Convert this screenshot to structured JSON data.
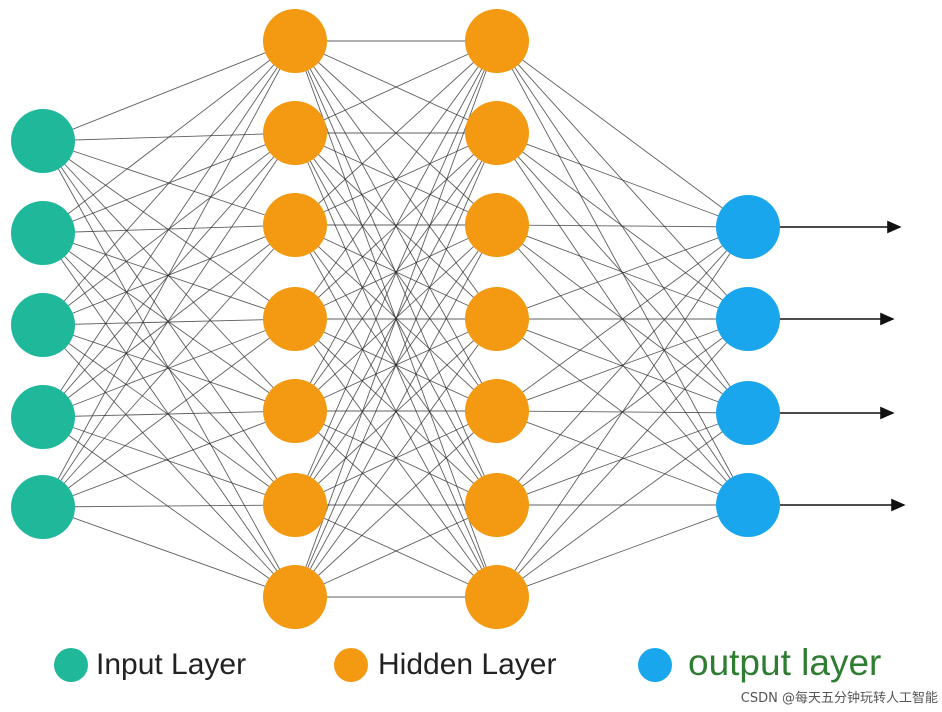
{
  "layers": [
    {
      "id": "input",
      "count": 5,
      "color": "#1fb89a"
    },
    {
      "id": "hidden1",
      "count": 7,
      "color": "#f39a12"
    },
    {
      "id": "hidden2",
      "count": 7,
      "color": "#f39a12"
    },
    {
      "id": "output",
      "count": 4,
      "color": "#1aa6ec"
    }
  ],
  "output_arrows": 4,
  "legend": {
    "input": {
      "label": "Input Layer",
      "color": "#1fb89a"
    },
    "hidden": {
      "label": "Hidden Layer",
      "color": "#f39a12"
    },
    "output": {
      "label": "output layer",
      "color": "#1aa6ec",
      "text_color": "#2e7d32"
    }
  },
  "watermark": "CSDN @每天五分钟玩转人工智能"
}
